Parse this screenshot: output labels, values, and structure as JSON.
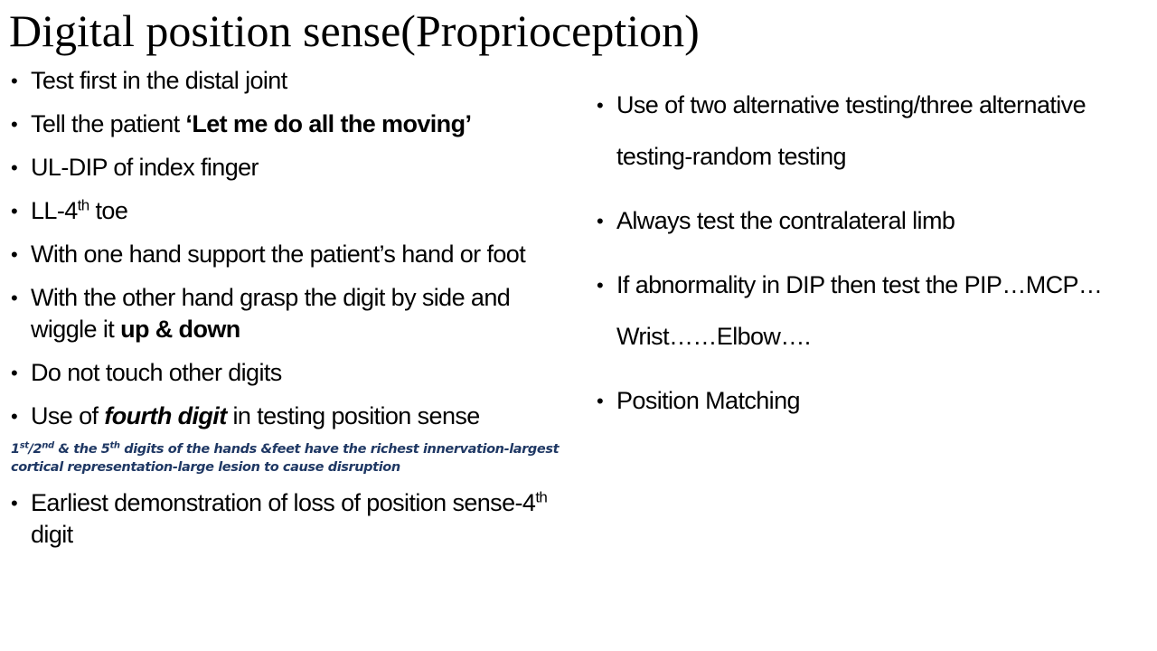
{
  "title": "Digital position sense(Proprioception)",
  "left": {
    "b1": "Test first in the distal joint",
    "b2_pre": "Tell the patient ",
    "b2_bold": "‘Let me do all the moving’",
    "b3": "UL-DIP of index finger",
    "b4_pre": "LL-4",
    "b4_sup": "th",
    "b4_post": " toe",
    "b5": "With one hand support the patient’s hand or foot",
    "b6_pre": "With the other hand grasp the digit by side and wiggle it ",
    "b6_bold": "up & down",
    "b7": "Do not touch other digits",
    "b8_pre": "Use of ",
    "b8_bi": "fourth digit",
    "b8_post": " in testing position sense",
    "note_1": "1",
    "note_1sup": "st",
    "note_2": "/2",
    "note_2sup": "nd",
    "note_3": " & the 5",
    "note_3sup": "th",
    "note_4": " digits of the hands &feet have the richest innervation-largest cortical representation-large lesion to cause disruption",
    "b9_pre": "Earliest demonstration of loss of position sense-4",
    "b9_sup": "th",
    "b9_post": " digit"
  },
  "right": {
    "b1": "Use of two alternative testing/three alternative testing-random testing",
    "b2": "Always test the contralateral limb",
    "b3": "If abnormality in DIP then test the PIP…MCP…Wrist……Elbow….",
    "b4": "Position Matching"
  }
}
